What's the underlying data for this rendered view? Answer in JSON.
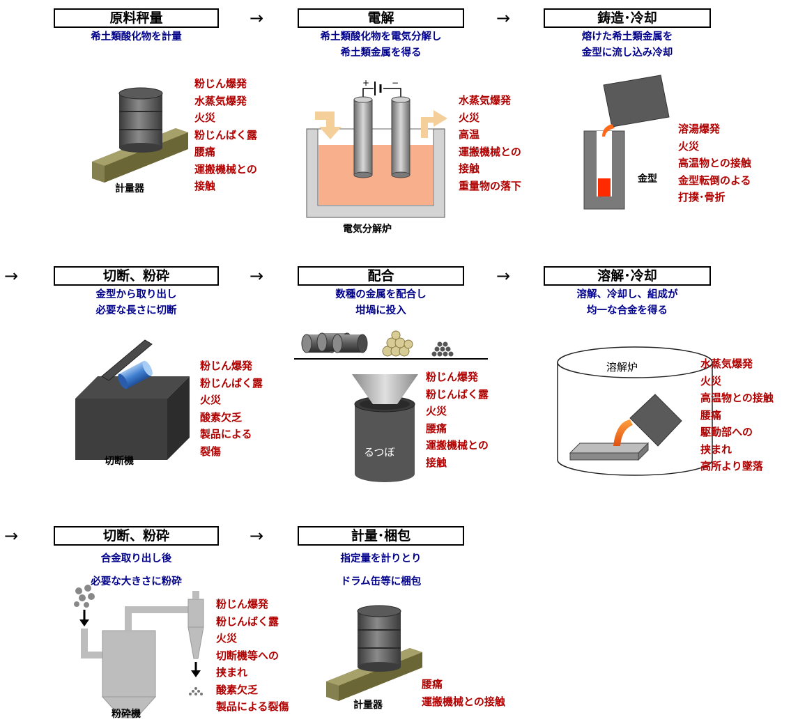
{
  "arrow": "→",
  "steps": [
    {
      "title": "原料秤量",
      "desc": [
        "希土類酸化物を計量"
      ],
      "label": "計量器",
      "hazards": [
        "粉じん爆発",
        "水蒸気爆発",
        "火災",
        "粉じんばく露",
        "腰痛",
        "運搬機械との",
        "接触"
      ]
    },
    {
      "title": "電解",
      "desc": [
        "希土類酸化物を電気分解し",
        "希土類金属を得る"
      ],
      "label": "電気分解炉",
      "hazards": [
        "水蒸気爆発",
        "火災",
        "高温",
        "運搬機械との",
        "接触",
        "重量物の落下"
      ]
    },
    {
      "title": "鋳造･冷却",
      "desc": [
        "熔けた希土類金属を",
        "金型に流し込み冷却"
      ],
      "label": "金型",
      "hazards": [
        "溶湯爆発",
        "火災",
        "高温物との接触",
        "金型転倒のよる",
        "打撲･骨折"
      ]
    },
    {
      "title": "切断、粉砕",
      "desc": [
        "金型から取り出し",
        "必要な長さに切断"
      ],
      "label": "切断機",
      "hazards": [
        "粉じん爆発",
        "粉じんばく露",
        "火災",
        "酸素欠乏",
        "製品による",
        "裂傷"
      ]
    },
    {
      "title": "配合",
      "desc": [
        "数種の金属を配合し",
        "坩堝に投入"
      ],
      "label": "るつぼ",
      "hazards": [
        "粉じん爆発",
        "粉じんばく露",
        "火災",
        "腰痛",
        "運搬機械との",
        "接触"
      ]
    },
    {
      "title": "溶解･冷却",
      "desc": [
        "溶解、冷却し、組成が",
        "均一な合金を得る"
      ],
      "label": "溶解炉",
      "hazards": [
        "水蒸気爆発",
        "火災",
        "高温物との接触",
        "腰痛",
        "駆動部への",
        "挟まれ",
        "高所より墜落"
      ]
    },
    {
      "title": "切断、粉砕",
      "desc": [
        "合金取り出し後",
        "必要な大きさに粉砕"
      ],
      "label": "粉砕機",
      "hazards": [
        "粉じん爆発",
        "粉じんばく露",
        "火災",
        "切断機等への",
        "挟まれ",
        "酸素欠乏",
        "製品による裂傷"
      ]
    },
    {
      "title": "計量･梱包",
      "desc": [
        "指定量を計りとり",
        "ドラム缶等に梱包"
      ],
      "label": "計量器",
      "hazards": [
        "腰痛",
        "運搬機械との接触"
      ]
    }
  ],
  "colors": {
    "hazard": "#b00000",
    "description": "#00008b",
    "title_border": "#000000",
    "electrolyte": "#f8b08c",
    "molten_metal": "#ff6a1a"
  }
}
